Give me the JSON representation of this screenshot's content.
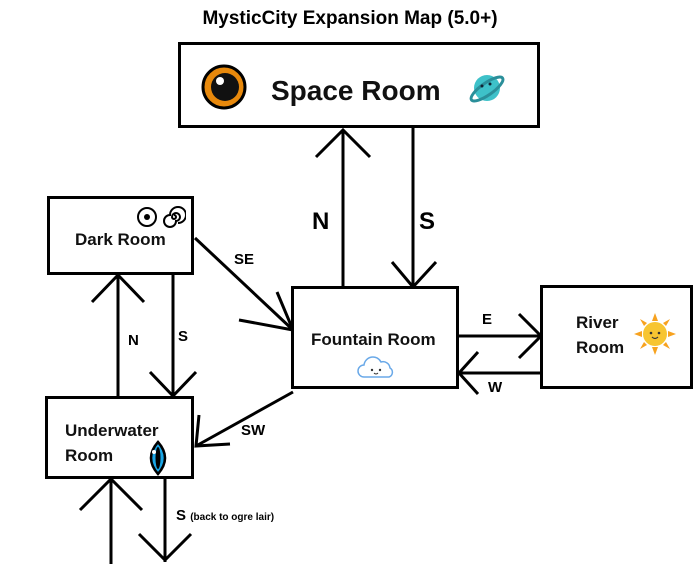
{
  "title": "MysticCity Expansion Map (5.0+)",
  "rooms": {
    "space": "Space Room",
    "dark": "Dark Room",
    "fountain": "Fountain Room",
    "river_line1": "River",
    "river_line2": "Room",
    "underwater_line1": "Underwater",
    "underwater_line2": "Room"
  },
  "directions": {
    "fountain_to_space": "N",
    "space_to_fountain": "S",
    "dark_to_fountain": "SE",
    "fountain_to_river": "E",
    "river_to_fountain": "W",
    "fountain_to_underwater": "SW",
    "underwater_to_dark": "N",
    "dark_to_underwater": "S",
    "underwater_exit": "S",
    "underwater_exit_note": "(back to ogre lair)"
  },
  "icons": {
    "space_left": "eye-icon",
    "space_right": "planet-icon",
    "dark_1": "target-icon",
    "dark_2": "spiral-icon",
    "fountain": "cloud-icon",
    "river": "sun-icon",
    "underwater": "cat-eye-icon"
  },
  "colors": {
    "eye_iris": "#e8890c",
    "planet": "#3ec1c9",
    "cloud": "#6aa9e8",
    "sun": "#f7b81f",
    "cat_eye": "#1aa6e6"
  }
}
